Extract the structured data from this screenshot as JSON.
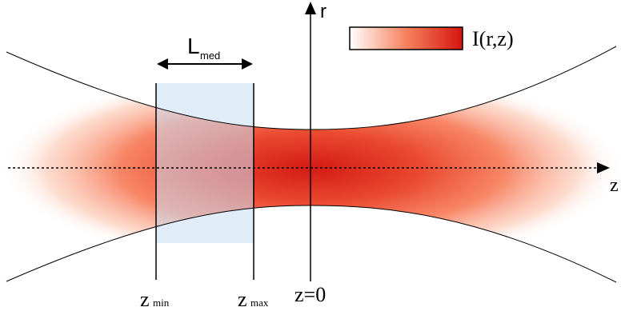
{
  "labels": {
    "r_axis": "r",
    "z_axis": "z",
    "length_main": "L",
    "length_sub": "med",
    "zmin_main": "z",
    "zmin_sub": "min",
    "zmax_main": "z",
    "zmax_sub": "max",
    "z0": "z=0",
    "legend": "I(r,z)"
  },
  "colors": {
    "beam_core": "#d7261e",
    "beam_mid": "#f36a4a",
    "beam_edge": "#ffffff",
    "medium_region": "#dbe8f8",
    "line": "#000000"
  },
  "icons": {
    "length_arrow": "double-headed-arrow",
    "axis_arrow": "arrowhead"
  }
}
